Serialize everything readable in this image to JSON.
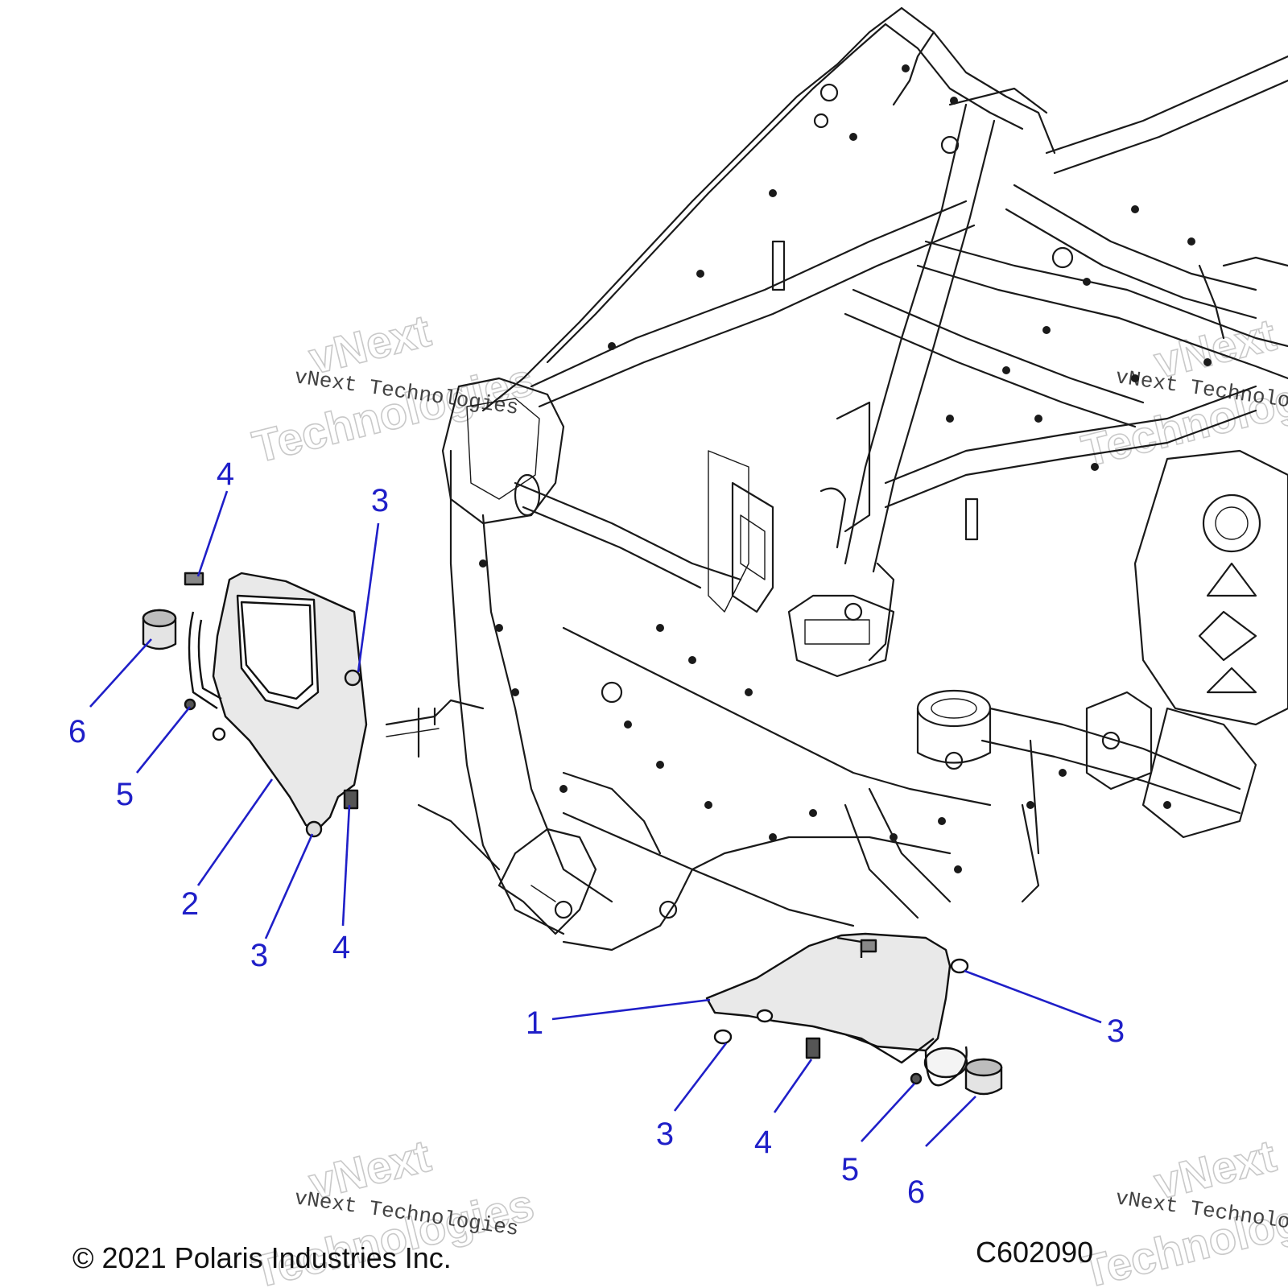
{
  "footer": {
    "copyright": "© 2021 Polaris Industries Inc.",
    "drawing_id": "C602090"
  },
  "watermarks": [
    {
      "small": "vNext Technologies",
      "big_1": "vNext",
      "big_2": "Technologies"
    },
    {
      "small": "vNext Technologies",
      "big_1": "vNext",
      "big_2": "Technologies"
    },
    {
      "small": "vNext Technologies",
      "big_1": "vNext",
      "big_2": "Technologies"
    },
    {
      "small": "vNext Technologies",
      "big_1": "vNext",
      "big_2": "Technologies"
    }
  ],
  "callouts": [
    {
      "id": "4"
    },
    {
      "id": "3"
    },
    {
      "id": "6"
    },
    {
      "id": "5"
    },
    {
      "id": "2"
    },
    {
      "id": "3"
    },
    {
      "id": "4"
    },
    {
      "id": "1"
    },
    {
      "id": "3"
    },
    {
      "id": "3"
    },
    {
      "id": "4"
    },
    {
      "id": "5"
    },
    {
      "id": "6"
    }
  ],
  "colors": {
    "callout": "#1f1fc8",
    "linework": "#1a1a1a",
    "part_fill": "#e9e9e9",
    "watermark": "#c9c9c9"
  }
}
